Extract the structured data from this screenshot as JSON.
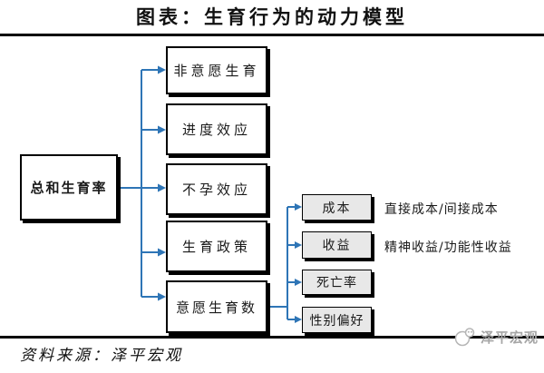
{
  "title": "图表：生育行为的动力模型",
  "diagram": {
    "root": {
      "label": "总和生育率"
    },
    "branches": [
      {
        "label": "非意愿生育"
      },
      {
        "label": "进度效应"
      },
      {
        "label": "不孕效应"
      },
      {
        "label": "生育政策"
      },
      {
        "label": "意愿生育数"
      }
    ],
    "subbranches": [
      {
        "label": "成本",
        "note": "直接成本/间接成本"
      },
      {
        "label": "收益",
        "note": "精神收益/功能性收益"
      },
      {
        "label": "死亡率",
        "note": ""
      },
      {
        "label": "性别偏好",
        "note": ""
      }
    ]
  },
  "footer": {
    "source_label": "资料来源：泽平宏观",
    "watermark_label": "泽平宏观"
  },
  "colors": {
    "connector_blue": "#2E75B6",
    "box_fill_white": "#ffffff",
    "box_fill_gray": "#e8e8e8",
    "shadow_black": "#000000",
    "watermark_gray": "#a6a6a6"
  }
}
